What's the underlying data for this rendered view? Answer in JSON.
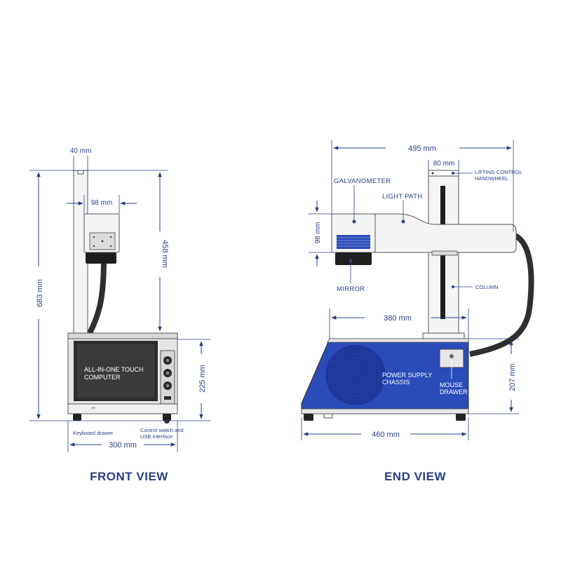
{
  "front_view": {
    "title": "FRONT VIEW",
    "dims": {
      "column_width": "40 mm",
      "head_width": "98 mm",
      "height_458": "458 mm",
      "height_683": "683 mm",
      "height_225": "225 mm",
      "width_300": "300 mm"
    },
    "labels": {
      "computer_line1": "ALL-IN-ONE TOUCH",
      "computer_line2": "COMPUTER",
      "keyboard": "Keyboard drawer",
      "control_line1": "Control switch and",
      "control_line2": "USB interface"
    }
  },
  "end_view": {
    "title": "END VIEW",
    "dims": {
      "width_495": "495 mm",
      "width_80": "80 mm",
      "height_98": "98 mm",
      "width_380": "380 mm",
      "height_207": "207 mm",
      "width_460": "460 mm"
    },
    "labels": {
      "galvanometer": "GALVANOMETER",
      "light_path": "LIGHT PATH",
      "lifting_line1": "LIFTING CONTROL",
      "lifting_line2": "HANDWHEEL",
      "mirror": "MIRROR",
      "column": "COLUMN",
      "power_line1": "POWER SUPPLY",
      "power_line2": "CHASSIS",
      "mouse_line1": "MOUSE",
      "mouse_line2": "DRAWER"
    }
  },
  "colors": {
    "accent": "#2b3f86",
    "chassis_blue": "#2a4bb8"
  }
}
